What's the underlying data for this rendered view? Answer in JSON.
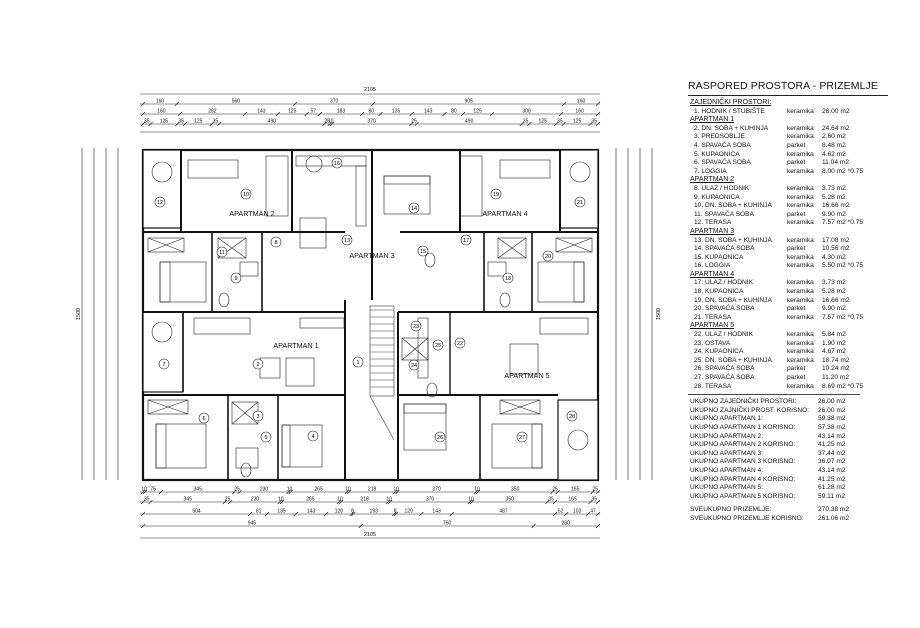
{
  "drawing": {
    "dimensions": {
      "overall_top": "2105",
      "overall_bottom": "2105",
      "top_row1": [
        "160",
        "560",
        "370",
        "905",
        "160"
      ],
      "top_row2": [
        "160",
        "282",
        "143",
        "125",
        "57",
        "183",
        "80",
        "135",
        "143",
        "80",
        "125",
        "300",
        "160"
      ],
      "top_row3": [
        "35",
        "125",
        "35",
        "125",
        "35",
        "490",
        "25",
        "10",
        "370",
        "25",
        "490",
        "35",
        "125",
        "35",
        "125",
        "35"
      ],
      "bottom_row1": [
        "10",
        "75",
        "345",
        "25",
        "230",
        "10",
        "265",
        "10",
        "218",
        "10",
        "370",
        "10",
        "350",
        "25",
        "165",
        "25"
      ],
      "bottom_row2": [
        "35",
        "345",
        "25",
        "230",
        "10",
        "265",
        "10",
        "218",
        "10",
        "370",
        "10",
        "350",
        "35",
        "165",
        "35"
      ],
      "bottom_row3": [
        "504",
        "81",
        "135",
        "143",
        "120",
        "8",
        "193",
        "8",
        "120",
        "143",
        "487",
        "52",
        "103",
        "47"
      ],
      "bottom_row4": [
        "945",
        "750",
        "280"
      ],
      "left_total": "1500",
      "right_total": "1500"
    },
    "apartment_labels": [
      "APARTMAN 1",
      "APARTMAN 2",
      "APARTMAN 3",
      "APARTMAN 4",
      "APARTMAN 5"
    ],
    "room_numbers": [
      "1",
      "2",
      "3",
      "4",
      "5",
      "6",
      "7",
      "8",
      "9",
      "10",
      "11",
      "12",
      "13",
      "14",
      "15",
      "16",
      "17",
      "18",
      "19",
      "20",
      "21",
      "22",
      "23",
      "24",
      "25",
      "26",
      "27",
      "28"
    ]
  },
  "legend": {
    "title": "RASPORED PROSTORA - PRIZEMLJE",
    "groups": [
      {
        "heading": "ZAJEDNIČKI PROSTORI:",
        "rows": [
          {
            "name": "1. HODNIK / STUBIŠTE",
            "material": "keramika",
            "area": "26.00 m2"
          }
        ]
      },
      {
        "heading": "APARTMAN 1",
        "rows": [
          {
            "name": "2. DN. SOBA + KUHINJA",
            "material": "keramika",
            "area": "24.64 m2"
          },
          {
            "name": "3. PREDSOBLJE",
            "material": "keramika",
            "area": "2.60 m2"
          },
          {
            "name": "4. SPAVAĆA SOBA",
            "material": "parket",
            "area": "8.48 m2"
          },
          {
            "name": "5. KUPAONICA",
            "material": "keramika",
            "area": "4.62 m2"
          },
          {
            "name": "6. SPAVAĆA SOBA",
            "material": "parket",
            "area": "11.04 m2"
          },
          {
            "name": "7. LOGGIA",
            "material": "keramika",
            "area": "8.00 m2 *0.75"
          }
        ]
      },
      {
        "heading": "APARTMAN 2",
        "rows": [
          {
            "name": "8. ULAZ / HODNIK",
            "material": "keramika",
            "area": "3.73 m2"
          },
          {
            "name": "9. KUPAONICA",
            "material": "keramika",
            "area": "5.28 m2"
          },
          {
            "name": "10. DN. SOBA + KUHINJA",
            "material": "keramika",
            "area": "16.66 m2"
          },
          {
            "name": "11. SPAVAĆA SOBA",
            "material": "parket",
            "area": "9.90 m2"
          },
          {
            "name": "12. TERASA",
            "material": "keramika",
            "area": "7.57 m2 *0.75"
          }
        ]
      },
      {
        "heading": "APARTMAN 3",
        "rows": [
          {
            "name": "13. DN. SOBA + KUHINJA",
            "material": "keramika",
            "area": "17.08 m2"
          },
          {
            "name": "14. SPAVAĆA SOBA",
            "material": "parket",
            "area": "10.56 m2"
          },
          {
            "name": "15. KUPAONICA",
            "material": "keramika",
            "area": "4.30 m2"
          },
          {
            "name": "16. LOGGIA",
            "material": "keramika",
            "area": "5.50 m2 *0.75"
          }
        ]
      },
      {
        "heading": "APARTMAN 4",
        "rows": [
          {
            "name": "17. ULAZ / HODNIK",
            "material": "keramika",
            "area": "3.73 m2"
          },
          {
            "name": "18. KUPAONICA",
            "material": "keramika",
            "area": "5.28 m2"
          },
          {
            "name": "19. DN. SOBA + KUHINJA",
            "material": "keramika",
            "area": "16.66 m2"
          },
          {
            "name": "20. SPAVAĆA SOBA",
            "material": "parket",
            "area": "9.90 m2"
          },
          {
            "name": "21. TERASA",
            "material": "keramika",
            "area": "7.57 m2 *0.75"
          }
        ]
      },
      {
        "heading": "APARTMAN 5",
        "rows": [
          {
            "name": "22. ULAZ / HODNIK",
            "material": "keramika",
            "area": "5.84 m2"
          },
          {
            "name": "23. OSTAVA",
            "material": "keramika",
            "area": "1.90 m2"
          },
          {
            "name": "24. KUPAONICA",
            "material": "keramika",
            "area": "4.67 m2"
          },
          {
            "name": "25. DN. SOBA + KUHINJA",
            "material": "keramika",
            "area": "18.74 m2"
          },
          {
            "name": "26. SPAVAĆA SOBA",
            "material": "parket",
            "area": "10.24 m2"
          },
          {
            "name": "27. SPAVAĆA SOBA",
            "material": "parket",
            "area": "11.20 m2"
          },
          {
            "name": "28. TERASA",
            "material": "keramika",
            "area": "8.69 m2 *0.75"
          }
        ]
      }
    ],
    "totals": [
      {
        "name": "UKUPNO ZAJEDNIČKI PROSTORI:",
        "area": "26.00 m2"
      },
      {
        "name": "UKUPNO ZAJNIČKI PROST. KORISNO:",
        "area": "26.00 m2"
      },
      {
        "name": "UKUPNO APARTMAN 1:",
        "area": "59.38 m2"
      },
      {
        "name": "UKUPNO APARTMAN 1 KORISNO:",
        "area": "57.38 m2"
      },
      {
        "name": "UKUPNO APARTMAN 2:",
        "area": "43.14 m2"
      },
      {
        "name": "UKUPNO APARTMAN 2 KORISNO:",
        "area": "41.25 m2"
      },
      {
        "name": "UKUPNO APARTMAN 3:",
        "area": "37.44 m2"
      },
      {
        "name": "UKUPNO APARTMAN 3 KORISNO:",
        "area": "36.07 m2"
      },
      {
        "name": "UKUPNO APARTMAN 4:",
        "area": "43.14 m2"
      },
      {
        "name": "UKUPNO APARTMAN 4 KORISNO:",
        "area": "41.25 m2"
      },
      {
        "name": "UKUPNO APARTMAN 5:",
        "area": "61.28 m2"
      },
      {
        "name": "UKUPNO APARTMAN 5 KORISNO:",
        "area": "59.11 m2"
      }
    ],
    "grand_totals": [
      {
        "name": "SVEUKUPNO PRIZEMLJE:",
        "area": "270.38 m2"
      },
      {
        "name": "SVEUKUPNO PRIZEMLJE KORISNO:",
        "area": "261.06 m2"
      }
    ]
  }
}
